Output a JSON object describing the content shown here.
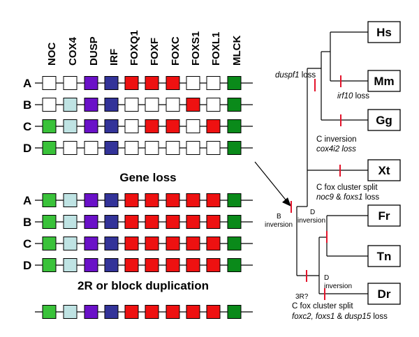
{
  "headers": [
    "NOC",
    "COX4",
    "DUSP",
    "IRF",
    "FOXQ1",
    "FOXF",
    "FOXC",
    "FOXS1",
    "FOXL1",
    "MLCK"
  ],
  "colors": {
    "noc": "#3ac23a",
    "cox4": "#bfe3e3",
    "dusp": "#6a11c8",
    "irf": "#333399",
    "fox": "#ee1111",
    "mlck": "#0a8a1a",
    "empty": "#ffffff",
    "tick": "#e4142b"
  },
  "top_rows": [
    {
      "label": "A",
      "genes": [
        "empty",
        "empty",
        "dusp",
        "irf",
        "fox",
        "fox",
        "fox",
        "empty",
        "empty",
        "mlck"
      ]
    },
    {
      "label": "B",
      "genes": [
        "empty",
        "cox4",
        "dusp",
        "irf",
        "empty",
        "empty",
        "empty",
        "fox",
        "empty",
        "mlck"
      ]
    },
    {
      "label": "C",
      "genes": [
        "noc",
        "cox4",
        "dusp",
        "irf",
        "empty",
        "fox",
        "fox",
        "empty",
        "fox",
        "mlck"
      ]
    },
    {
      "label": "D",
      "genes": [
        "noc",
        "empty",
        "empty",
        "irf",
        "empty",
        "empty",
        "empty",
        "empty",
        "empty",
        "mlck"
      ]
    }
  ],
  "gene_loss_title": "Gene loss",
  "mid_rows": [
    {
      "label": "A",
      "genes": [
        "noc",
        "cox4",
        "dusp",
        "irf",
        "fox",
        "fox",
        "fox",
        "fox",
        "fox",
        "mlck"
      ]
    },
    {
      "label": "B",
      "genes": [
        "noc",
        "cox4",
        "dusp",
        "irf",
        "fox",
        "fox",
        "fox",
        "fox",
        "fox",
        "mlck"
      ]
    },
    {
      "label": "C",
      "genes": [
        "noc",
        "cox4",
        "dusp",
        "irf",
        "fox",
        "fox",
        "fox",
        "fox",
        "fox",
        "mlck"
      ]
    },
    {
      "label": "D",
      "genes": [
        "noc",
        "cox4",
        "dusp",
        "irf",
        "fox",
        "fox",
        "fox",
        "fox",
        "fox",
        "mlck"
      ]
    }
  ],
  "duplication_title": "2R or block duplication",
  "ancestral_row": {
    "genes": [
      "noc",
      "cox4",
      "dusp",
      "irf",
      "fox",
      "fox",
      "fox",
      "fox",
      "fox",
      "mlck"
    ]
  },
  "tree": {
    "species": {
      "hs": "Hs",
      "mm": "Mm",
      "gg": "Gg",
      "xt": "Xt",
      "fr": "Fr",
      "tn": "Tn",
      "dr": "Dr"
    },
    "annotations": {
      "duspf1_gene": "duspf1",
      "duspf1_rest": " loss",
      "irf10_gene": "irf10",
      "irf10_rest": " loss",
      "c_inversion": "C inversion",
      "cox4i2_loss": "cox4i2 loss",
      "c_fox_split_1": "C fox cluster split",
      "noc9_gene": "noc9",
      "noc9_mid": " & ",
      "foxs1_gene": "foxs1",
      "foxs1_rest": " loss",
      "b_label": "B",
      "b_inversion": "inversion",
      "d_label_1": "D",
      "d_inversion_1": "inversion",
      "d_label_2": "D",
      "d_inversion_2": "inversion",
      "three_r": "3R?",
      "c_fox_split_2": "C fox cluster split",
      "foxc2_gene": "foxc2, foxs1",
      "dr_mid": " & ",
      "dusp15_gene": "dusp15",
      "dr_rest": " loss"
    }
  }
}
